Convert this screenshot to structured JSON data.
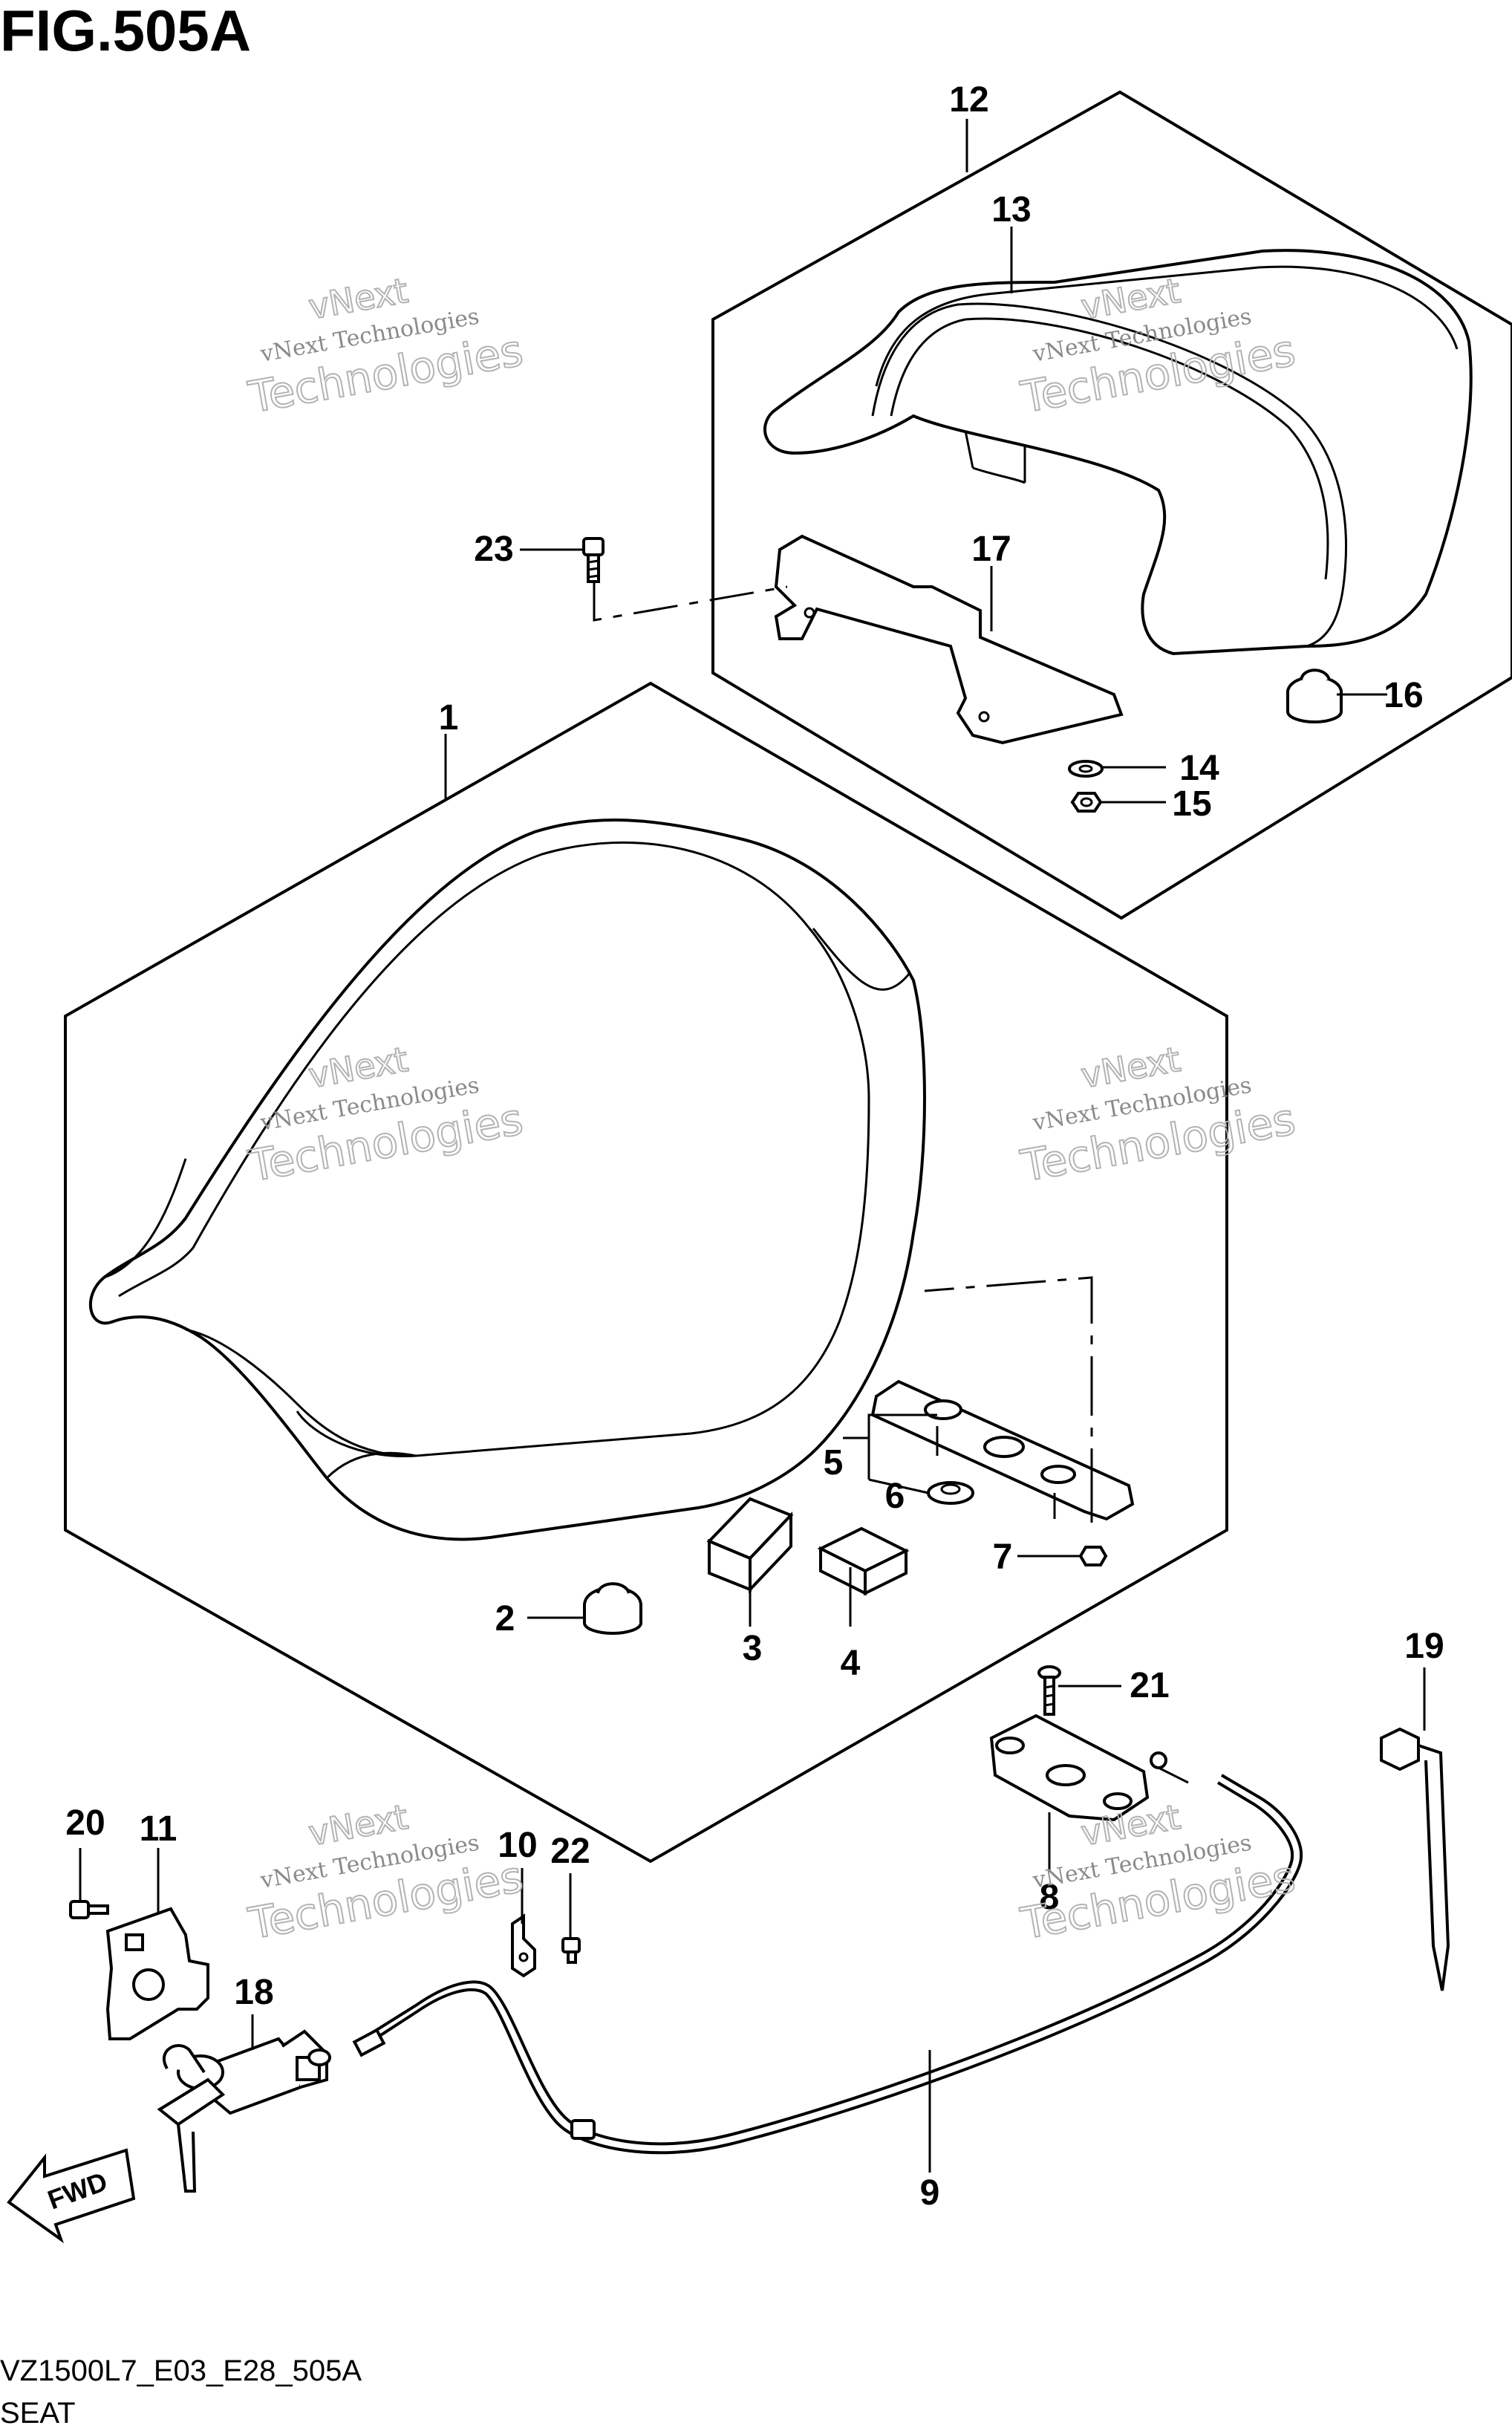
{
  "figure_title": "FIG.505A",
  "footer": {
    "code": "VZ1500L7_E03_E28_505A",
    "name": "SEAT"
  },
  "fwd_arrow": {
    "text": "FWD",
    "icon": "fwd-arrow-icon"
  },
  "watermark": {
    "line_small": "vNext Technologies",
    "line_top": "vNext",
    "line_large": "Technologies"
  },
  "callouts": [
    {
      "id": "c1",
      "label": "1"
    },
    {
      "id": "c2",
      "label": "2"
    },
    {
      "id": "c3",
      "label": "3"
    },
    {
      "id": "c4",
      "label": "4"
    },
    {
      "id": "c5",
      "label": "5"
    },
    {
      "id": "c6",
      "label": "6"
    },
    {
      "id": "c7",
      "label": "7"
    },
    {
      "id": "c8",
      "label": "8"
    },
    {
      "id": "c9",
      "label": "9"
    },
    {
      "id": "c10",
      "label": "10"
    },
    {
      "id": "c11",
      "label": "11"
    },
    {
      "id": "c12",
      "label": "12"
    },
    {
      "id": "c13",
      "label": "13"
    },
    {
      "id": "c14",
      "label": "14"
    },
    {
      "id": "c15",
      "label": "15"
    },
    {
      "id": "c16",
      "label": "16"
    },
    {
      "id": "c17",
      "label": "17"
    },
    {
      "id": "c18",
      "label": "18"
    },
    {
      "id": "c19",
      "label": "19"
    },
    {
      "id": "c20",
      "label": "20"
    },
    {
      "id": "c21",
      "label": "21"
    },
    {
      "id": "c22",
      "label": "22"
    },
    {
      "id": "c23",
      "label": "23"
    }
  ]
}
